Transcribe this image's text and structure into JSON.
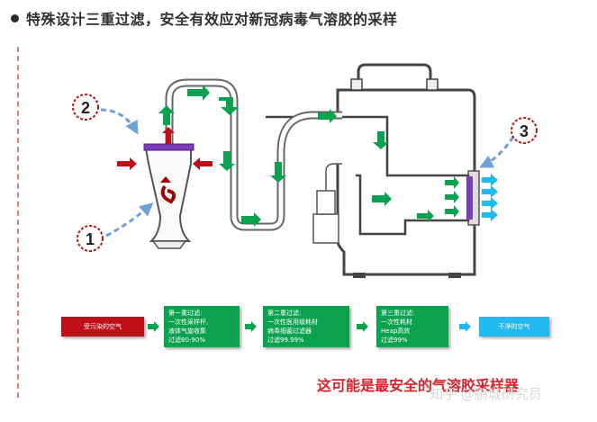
{
  "title": "特殊设计三重过滤，安全有效应对新冠病毒气溶胶的采样",
  "markers": [
    "1",
    "2",
    "3"
  ],
  "flow": {
    "input": "受污染的空气",
    "stage1": [
      "第一重过滤:",
      "一次性采样杯,",
      "液体气旋收集",
      "过滤80-90%"
    ],
    "stage2": [
      "第二重过滤:",
      "一次性医用级耗材",
      "病毒细菌过滤器",
      "过滤99.99%"
    ],
    "stage3": [
      "第三重过滤:",
      "一次性耗材",
      "Heap高效",
      "过滤99%"
    ],
    "output": "干净的空气"
  },
  "slogan": "这可能是最安全的气溶胶采样器",
  "watermark": "知乎 @鹏城研究员",
  "colors": {
    "red": "#c00f17",
    "green": "#0aa24f",
    "blue": "#22b9f0",
    "purple": "#7b3fb5"
  }
}
